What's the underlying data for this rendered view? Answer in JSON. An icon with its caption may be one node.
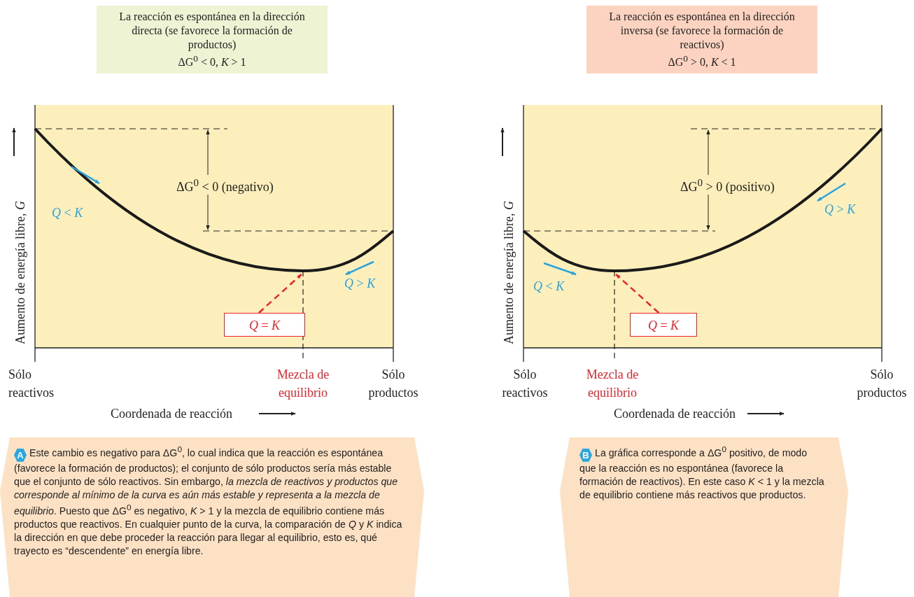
{
  "diagram": {
    "nodes": [
      {
        "text": [
          "La reacción es espontánea en la dirección directa (se favorece la formación de productos)",
          "ΔG$^{0}$ < 0, *K* > 1"
        ]
      },
      {
        "text": [
          "La reacción es espontánea en la dirección inversa (se favorece la formación de reactivos)",
          "ΔG$^{0}$ > 0, *K* < 1"
        ]
      },
      {
        "text": [
          "*Q* = *K*"
        ]
      },
      {
        "text": [
          "*Q* = *K*"
        ]
      },
      {
        "text": [
          "A",
          "Este cambio es negativo para ΔG$^{0}$, lo cual indica que la reacción es espontánea (favorece la formación de productos); el conjunto de sólo productos sería más estable que el conjunto de sólo reactivos. Sin embargo, *la mezcla de reactivos y productos que corresponde al mínimo de la curva es aún más estable y representa a la mezcla de equilibrio*. Puesto que ΔG$^{0}$ es negativo, *K* > 1 y la mezcla de equilibrio contiene más productos que reactivos. En cualquier punto de la curva, la comparación de *Q* y *K* indica la dirección en que debe proceder la reacción para llegar al equilibrio, esto es, qué trayecto es “descendente” en energía libre."
        ]
      },
      {
        "text": [
          "B",
          "La gráfica corresponde a ΔG$^{0}$ positivo, de modo que la reacción es no espontánea (favorece la formación de reactivos). En este caso *K* < 1 y la mezcla de equilibrio contiene más reactivos que productos."
        ]
      },
      {
        "text": [],
        "shape": "curve"
      },
      {
        "text": [],
        "shape": "curve"
      }
    ],
    "edges": [
      {
        "from": 2,
        "to": 6,
        "arrow": "to",
        "style": "dashed",
        "color": "#e8232b"
      },
      {
        "from": 3,
        "to": 7,
        "arrow": "to",
        "style": "dashed",
        "color": "#e8232b"
      }
    ],
    "labels": [
      "Aumento de energía libre, *G*",
      "ΔG$^{0}$ < 0 (negativo)",
      "*Q* < *K*",
      "*Q* > *K*",
      "Sólo reactivos",
      "Mezcla de equilibrio",
      "Sólo productos",
      "Coordenada de reacción",
      "Aumento de energía libre, *G*",
      "ΔG$^{0}$ > 0 (positivo)",
      "*Q* > *K*",
      "*Q* < *K*",
      "Sólo reactivos",
      "Mezcla de equilibrio",
      "Sólo productos",
      "Coordenada de reacción"
    ]
  }
}
